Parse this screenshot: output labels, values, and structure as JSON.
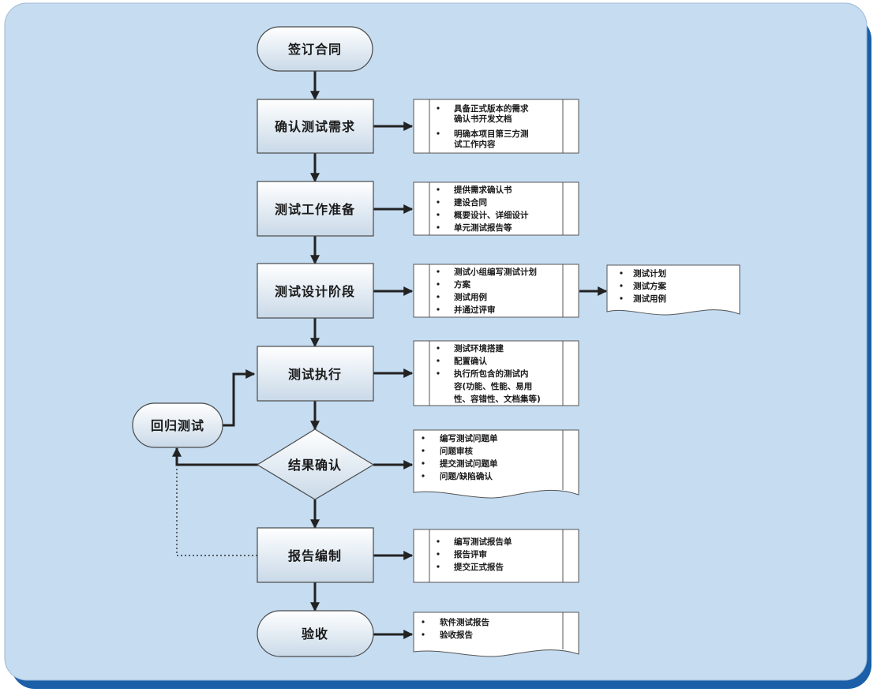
{
  "nodes": {
    "sign_contract": "签订合同",
    "confirm_requirements": "确认测试需求",
    "test_preparation": "测试工作准备",
    "test_design": "测试设计阶段",
    "test_execution": "测试执行",
    "regression_test": "回归测试",
    "result_confirm": "结果确认",
    "report_compile": "报告编制",
    "acceptance": "验收"
  },
  "notes": {
    "confirm_requirements": [
      [
        "具备正式版本的需求",
        "确认书开发文档"
      ],
      [
        "明确本项目第三方测",
        "试工作内容"
      ]
    ],
    "test_preparation": [
      [
        "提供需求确认书"
      ],
      [
        "建设合同"
      ],
      [
        "概要设计、详细设计"
      ],
      [
        "单元测试报告等"
      ]
    ],
    "test_design": [
      [
        "测试小组编写测试计划"
      ],
      [
        "方案"
      ],
      [
        "测试用例"
      ],
      [
        "并通过评审"
      ]
    ],
    "test_design_output": [
      [
        "测试计划"
      ],
      [
        "测试方案"
      ],
      [
        "测试用例"
      ]
    ],
    "test_execution": [
      [
        "测试环境搭建"
      ],
      [
        "配置确认"
      ],
      [
        "执行所包含的测试内",
        "容(功能、性能、易用",
        "性、容错性、文档集等)"
      ]
    ],
    "result_confirm": [
      [
        "编写测试问题单"
      ],
      [
        "问题审核"
      ],
      [
        "提交测试问题单"
      ],
      [
        "问题/缺陷确认"
      ]
    ],
    "report_compile": [
      [
        "编写测试报告单"
      ],
      [
        "报告评审"
      ],
      [
        "提交正式报告"
      ]
    ],
    "acceptance": [
      [
        "软件测试报告"
      ],
      [
        "验收报告"
      ]
    ]
  },
  "colors": {
    "panel": "#c5dcf1",
    "frame": "#1a5fa8",
    "box_top": "#ffffff",
    "box_bottom": "#c9d9e8"
  }
}
